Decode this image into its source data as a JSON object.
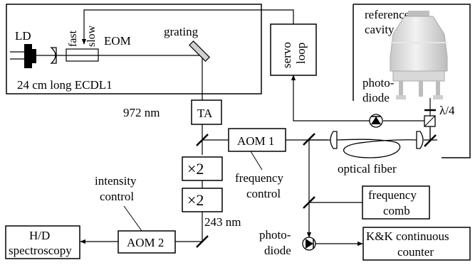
{
  "labels": {
    "ld": "LD",
    "fast": "fast",
    "slow": "slow",
    "eom": "EOM",
    "grating": "grating",
    "ecdl": "24 cm long ECDL1",
    "servo_1": "servo",
    "servo_2": "loop",
    "reference_1": "reference",
    "reference_2": "cavity",
    "photodiode_top_1": "photo-",
    "photodiode_top_2": "diode",
    "lambda4": "λ/4",
    "wavelength_972": "972 nm",
    "ta": "TA",
    "aom1": "AOM 1",
    "optical_fiber": "optical fiber",
    "freq_control_1": "frequency",
    "freq_control_2": "control",
    "doubler_1": "×2",
    "doubler_2": "×2",
    "intensity_1": "intensity",
    "intensity_2": "control",
    "wavelength_243": "243 nm",
    "aom2": "AOM 2",
    "hd_1": "H/D",
    "hd_2": "spectroscopy",
    "freq_comb_1": "frequency",
    "freq_comb_2": "comb",
    "photodiode_bot_1": "photo-",
    "photodiode_bot_2": "diode",
    "kk_1": "K&K continuous",
    "kk_2": "counter"
  }
}
